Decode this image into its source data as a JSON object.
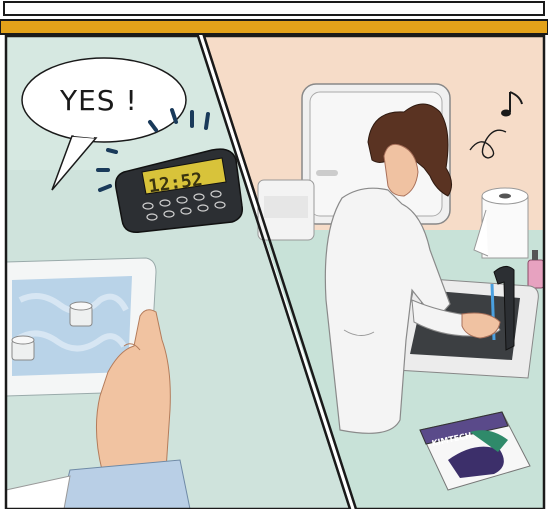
{
  "panels": {
    "left": {
      "speech_bubble": {
        "text": "YES !"
      },
      "timer": {
        "display": "12:52"
      }
    },
    "right": {
      "glove_box": {
        "brand": "KIMTECH"
      },
      "music_note_icon": "music-note-icon"
    }
  },
  "colors": {
    "top_strip": "#e3a21a",
    "left_bg": "#cfe3dc",
    "right_wall": "#f6dcc8",
    "right_bench": "#c8e2d8",
    "outline": "#1a1a1a",
    "timer_screen": "#d8c33a",
    "water": "#b9d3e8"
  }
}
